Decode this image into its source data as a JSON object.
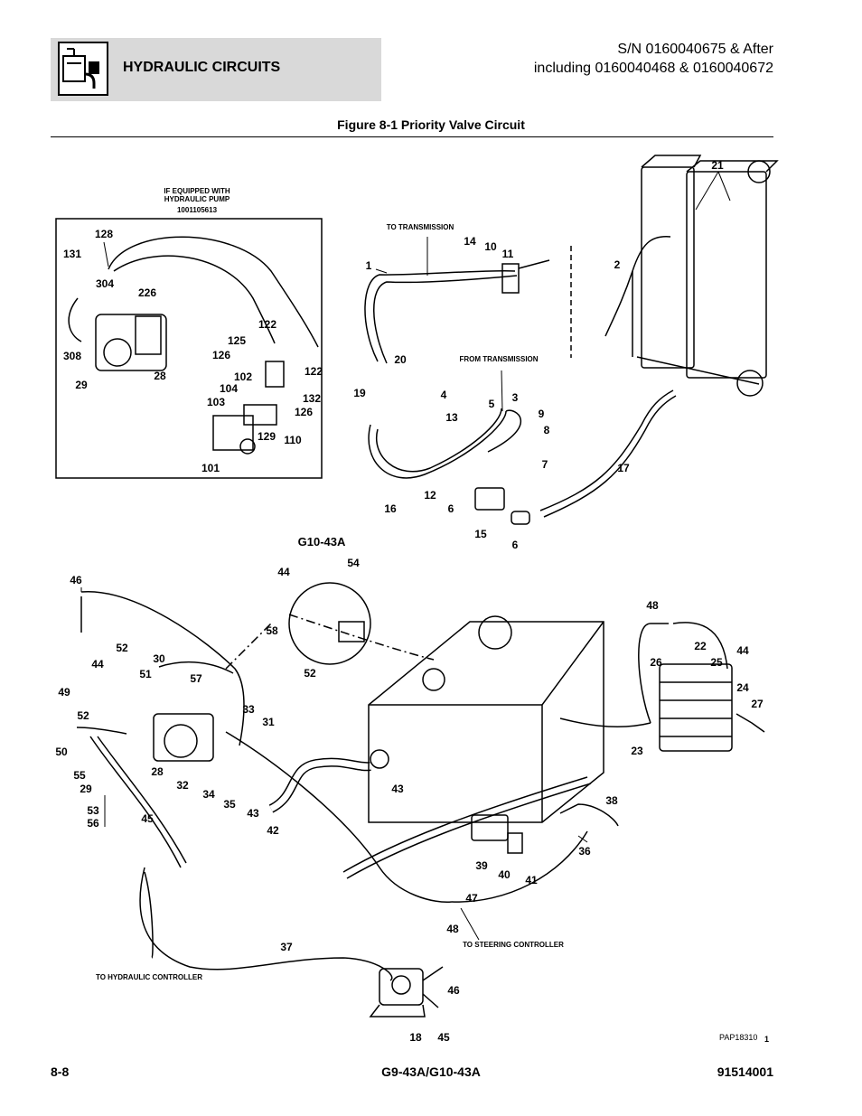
{
  "header": {
    "section_title": "HYDRAULIC CIRCUITS",
    "sn_line1": "S/N 0160040675 & After",
    "sn_line2": "including 0160040468 & 0160040672"
  },
  "figure_title": "Figure 8-1 Priority Valve Circuit",
  "inset": {
    "caption_line1": "IF EQUIPPED WITH",
    "caption_line2": "HYDRAULIC PUMP",
    "caption_line3": "1001105613"
  },
  "notes": {
    "to_transmission": "TO TRANSMISSION",
    "from_transmission": "FROM TRANSMISSION",
    "model_label": "G10-43A",
    "to_steering_controller": "TO STEERING CONTROLLER",
    "to_hydraulic_controller": "TO HYDRAULIC CONTROLLER"
  },
  "callouts": {
    "inset": [
      "128",
      "131",
      "304",
      "226",
      "308",
      "29",
      "28",
      "122",
      "125",
      "126",
      "122",
      "102",
      "104",
      "103",
      "132",
      "126",
      "129",
      "110",
      "101"
    ],
    "upper": [
      "14",
      "10",
      "11",
      "1",
      "21",
      "2",
      "20",
      "19",
      "4",
      "13",
      "5",
      "3",
      "9",
      "8",
      "7",
      "17",
      "12",
      "16",
      "6",
      "15",
      "6"
    ],
    "lower": [
      "46",
      "44",
      "54",
      "58",
      "52",
      "48",
      "52",
      "30",
      "44",
      "51",
      "57",
      "49",
      "52",
      "50",
      "33",
      "31",
      "55",
      "29",
      "28",
      "32",
      "34",
      "35",
      "43",
      "53",
      "56",
      "45",
      "42",
      "43",
      "22",
      "26",
      "25",
      "44",
      "24",
      "27",
      "23",
      "38",
      "36",
      "39",
      "40",
      "41",
      "47",
      "48",
      "37",
      "46",
      "18",
      "45"
    ]
  },
  "footer": {
    "page": "8-8",
    "model": "G9-43A/G10-43A",
    "doc_number": "91514001",
    "pap": "PAP18310",
    "pap_num": "1"
  }
}
